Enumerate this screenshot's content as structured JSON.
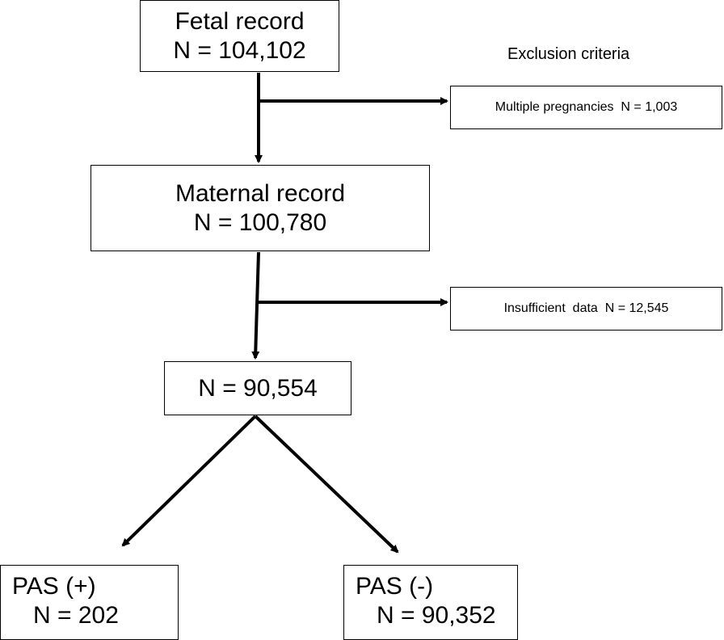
{
  "exclusion_title": "Exclusion criteria",
  "nodes": {
    "fetal": {
      "title": "Fetal record",
      "count": "N = 104,102"
    },
    "maternal": {
      "title": "Maternal record",
      "count": "N = 100,780"
    },
    "analysis": {
      "count": "N = 90,554"
    },
    "pas_positive": {
      "title": "PAS (+)",
      "count": "N = 202"
    },
    "pas_negative": {
      "title": "PAS (-)",
      "count": "N = 90,352"
    }
  },
  "exclusions": {
    "multiple": "Multiple pregnancies  N = 1,003",
    "insufficient": "Insufficient  data  N = 12,545"
  }
}
